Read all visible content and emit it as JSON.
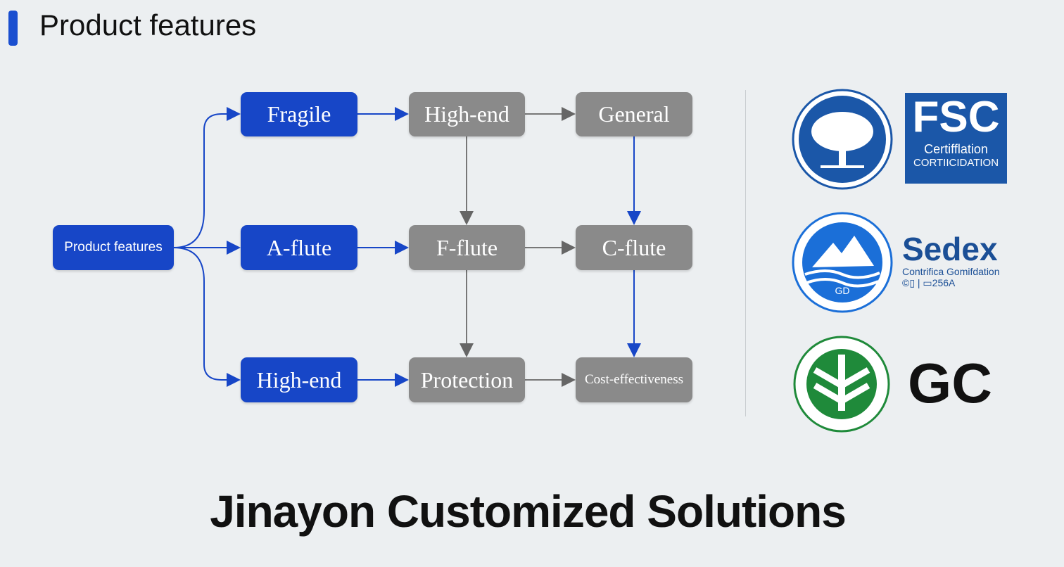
{
  "header": {
    "title": "Product features"
  },
  "diagram": {
    "root": "Product features",
    "rows": [
      [
        "Fragile",
        "High-end",
        "General"
      ],
      [
        "A-flute",
        "F-flute",
        "C-flute"
      ],
      [
        "High-end",
        "Protection",
        "Cost-effectiveness"
      ]
    ]
  },
  "certifications": {
    "fsc": {
      "title": "FSC",
      "line1": "Certifflation",
      "line2": "CORTIICIDATION"
    },
    "sedex": {
      "title": "Sedex",
      "line1": "Contrifica Gomifdation",
      "line2": "©▯ | ▭256A",
      "badge_text": "GD"
    },
    "gc": {
      "title": "GC"
    }
  },
  "footer": {
    "text": "Jinayon Customized Solutions"
  },
  "colors": {
    "blue": "#1746c7",
    "gray": "#8a8a8a",
    "green": "#1f8a3a"
  }
}
